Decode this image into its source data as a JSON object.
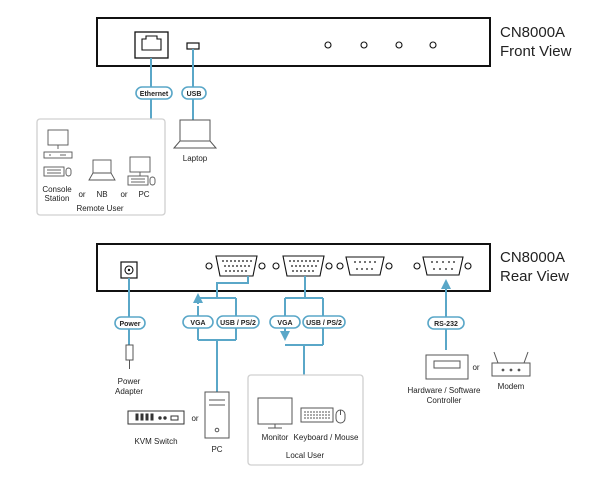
{
  "front": {
    "title_line1": "CN8000A",
    "title_line2": "Front View",
    "ethernet_label": "Ethernet",
    "usb_label": "USB",
    "laptop_label": "Laptop",
    "remote": {
      "console_line1": "Console",
      "console_line2": "Station",
      "or1": "or",
      "nb": "NB",
      "or2": "or",
      "pc": "PC",
      "group_label": "Remote User"
    }
  },
  "rear": {
    "title_line1": "CN8000A",
    "title_line2": "Rear View",
    "power_label": "Power",
    "power_adapter_line1": "Power",
    "power_adapter_line2": "Adapter",
    "vga_label_1": "VGA",
    "usbps2_label_1": "USB / PS/2",
    "vga_label_2": "VGA",
    "usbps2_label_2": "USB / PS/2",
    "rs232_label": "RS-232",
    "kvm_switch": "KVM Switch",
    "or_kvm": "or",
    "pc": "PC",
    "monitor": "Monitor",
    "keyboard_mouse": "Keyboard / Mouse",
    "local_user": "Local User",
    "hw_sw_line1": "Hardware / Software",
    "hw_sw_line2": "Controller",
    "or_modem": "or",
    "modem": "Modem"
  },
  "colors": {
    "cable": "#5aa7c8",
    "outline": "#111111",
    "group_border": "#d0d0d0"
  }
}
